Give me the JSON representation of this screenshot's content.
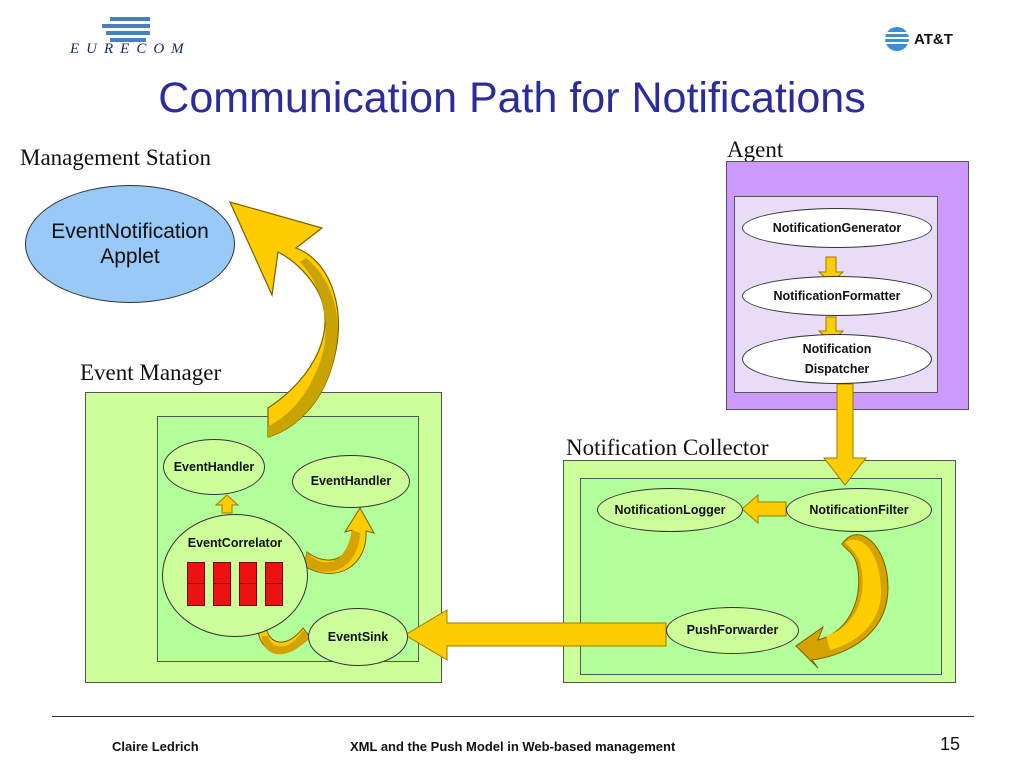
{
  "header": {
    "eurecom_logo_text": "EURECOM",
    "att_logo_text": "AT&T",
    "title": "Communication Path for Notifications"
  },
  "sections": {
    "management_station": "Management Station",
    "agent": "Agent",
    "event_manager": "Event Manager",
    "notification_collector": "Notification Collector"
  },
  "nodes": {
    "applet_line1": "EventNotification",
    "applet_line2": "Applet",
    "generator": "NotificationGenerator",
    "formatter": "NotificationFormatter",
    "dispatcher_line1": "Notification",
    "dispatcher_line2": "Dispatcher",
    "handler_left": "EventHandler",
    "handler_right": "EventHandler",
    "correlator": "EventCorrelator",
    "sink": "EventSink",
    "logger": "NotificationLogger",
    "filter": "NotificationFilter",
    "forwarder": "PushForwarder"
  },
  "colors": {
    "title": "#2b2b9e",
    "applet_fill": "#99c9f7",
    "agent_outer": "#cc99ff",
    "agent_inner": "#e9dcf7",
    "green_outer": "#ccff99",
    "green_inner": "#b3ff99",
    "arrow_fill": "#ffcc00",
    "arrow_dark": "#c9a400",
    "queue_red": "#ee1111"
  },
  "footer": {
    "author": "Claire Ledrich",
    "subtitle": "XML and the Push Model in Web-based management",
    "page": "15"
  }
}
